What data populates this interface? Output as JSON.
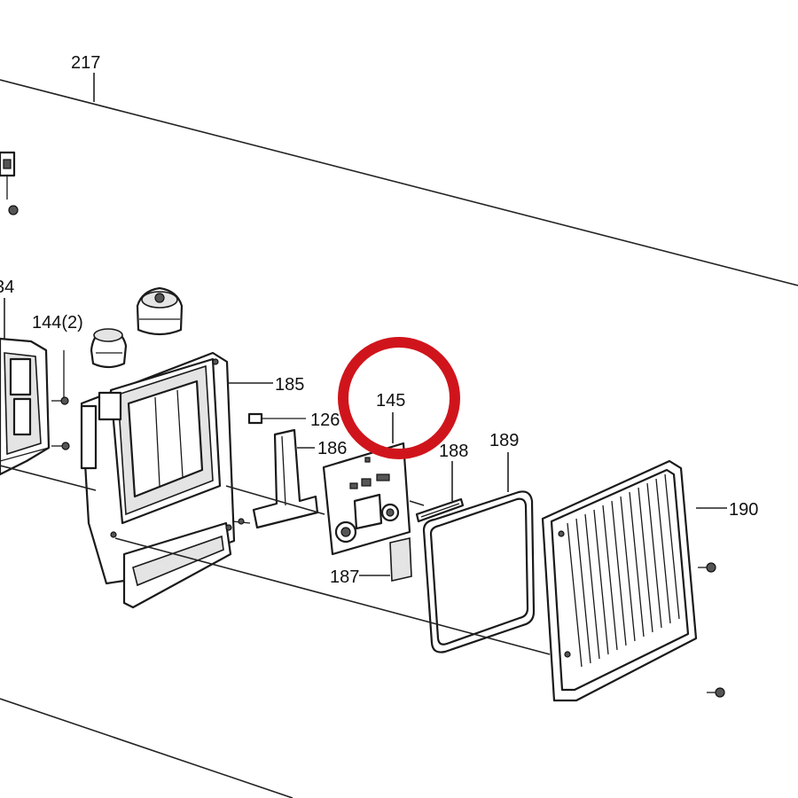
{
  "callouts": [
    {
      "id": "217",
      "text": "217"
    },
    {
      "id": "184",
      "text": "34"
    },
    {
      "id": "144",
      "text": "144(2)"
    },
    {
      "id": "185",
      "text": "185"
    },
    {
      "id": "126",
      "text": "126"
    },
    {
      "id": "186",
      "text": "186"
    },
    {
      "id": "145",
      "text": "145"
    },
    {
      "id": "188",
      "text": "188"
    },
    {
      "id": "189",
      "text": "189"
    },
    {
      "id": "187",
      "text": "187"
    },
    {
      "id": "190",
      "text": "190"
    }
  ],
  "highlight": {
    "target": "145",
    "color": "#d0141c"
  }
}
